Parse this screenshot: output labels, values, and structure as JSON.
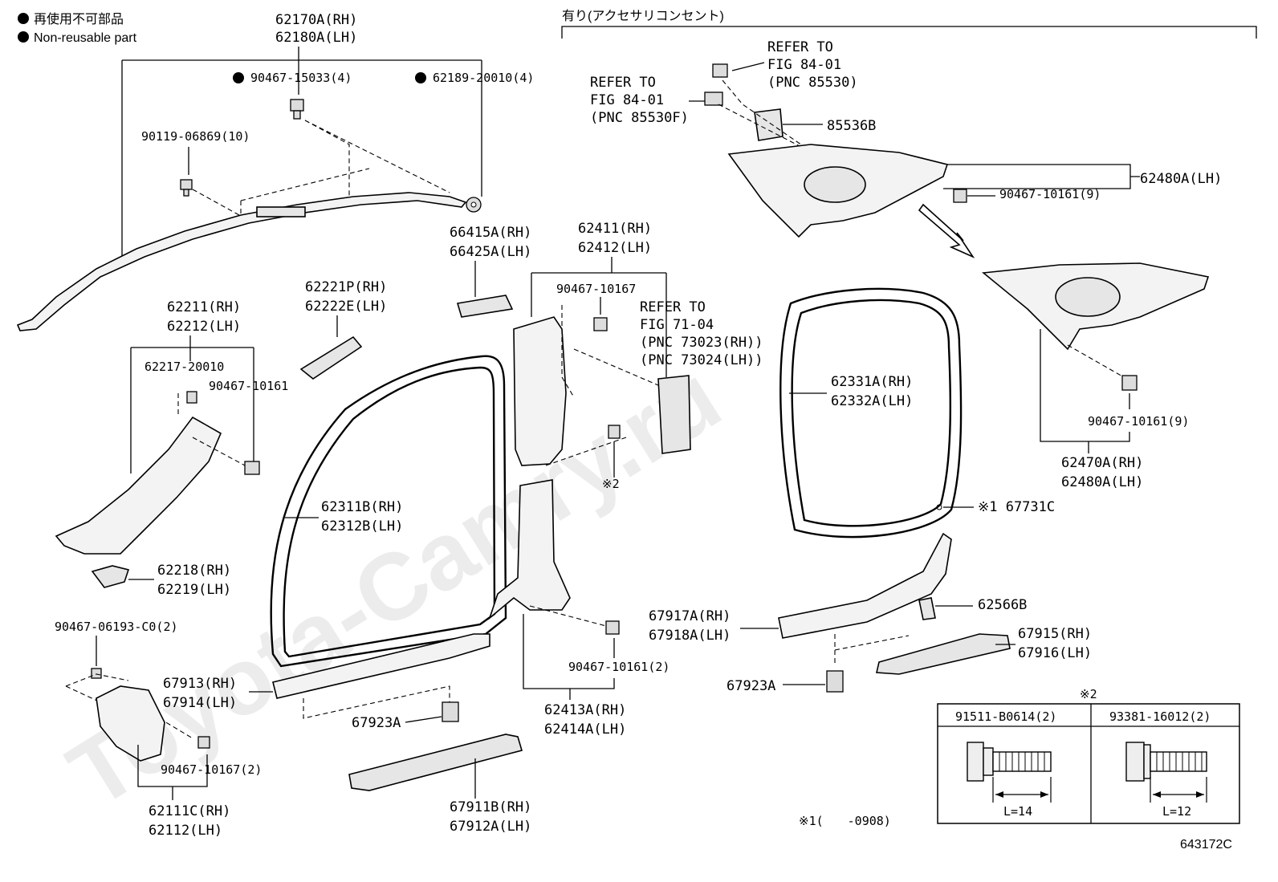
{
  "legend": {
    "jp": "再使用不可部品",
    "en": "Non-reusable part"
  },
  "accessory_note": "有り(アクセサリコンセント)",
  "watermark": "Toyota-Camry.ru",
  "diagram_code": "643172C",
  "footnote": "※1(　　-0908)",
  "labels": {
    "l62170": "62170A(RH)",
    "l62180": "62180A(LH)",
    "l90467_15033": "90467-15033(4)",
    "l62189": "62189-20010(4)",
    "l90119": "90119-06869(10)",
    "l66415": "66415A(RH)",
    "l66425": "66425A(LH)",
    "l62411": "62411(RH)",
    "l62412": "62412(LH)",
    "l90467_10167a": "90467-10167",
    "refer3_1": "REFER TO",
    "refer3_2": "FIG 71-04",
    "refer3_3": "(PNC 73023(RH))",
    "refer3_4": "(PNC 73024(LH))",
    "l62221": "62221P(RH)",
    "l62222": "62222E(LH)",
    "l62211": "62211(RH)",
    "l62212": "62212(LH)",
    "l62217": "62217-20010",
    "l90467_10161a": "90467-10161",
    "l62311": "62311B(RH)",
    "l62312": "62312B(LH)",
    "l62218": "62218(RH)",
    "l62219": "62219(LH)",
    "l90467_06193": "90467-06193-C0(2)",
    "l67913": "67913(RH)",
    "l67914": "67914(LH)",
    "l90467_10167b": "90467-10167(2)",
    "l62111": "62111C(RH)",
    "l62112": "62112(LH)",
    "l67923a": "67923A",
    "l67911": "67911B(RH)",
    "l67912": "67912A(LH)",
    "l62413": "62413A(RH)",
    "l62414": "62414A(LH)",
    "l90467_10161b": "90467-10161(2)",
    "mark2": "※2",
    "refer1_1": "REFER TO",
    "refer1_2": "FIG 84-01",
    "refer1_3": "(PNC 85530)",
    "refer2_1": "REFER TO",
    "refer2_2": "FIG 84-01",
    "refer2_3": "(PNC 85530F)",
    "l85536": "85536B",
    "l62480a_top": "62480A(LH)",
    "l90467_10161c": "90467-10161(9)",
    "l62331": "62331A(RH)",
    "l62332": "62332A(LH)",
    "l90467_10161d": "90467-10161(9)",
    "l62470": "62470A(RH)",
    "l62480b": "62480A(LH)",
    "l67731": "※1 67731C",
    "l62566": "62566B",
    "l67917": "67917A(RH)",
    "l67918": "67918A(LH)",
    "l67915": "67915(RH)",
    "l67916": "67916(LH)",
    "l67923b": "67923A"
  },
  "table": {
    "mark": "※2",
    "col1": "91511-B0614(2)",
    "col2": "93381-16012(2)",
    "len1": "L=14",
    "len2": "L=12"
  }
}
